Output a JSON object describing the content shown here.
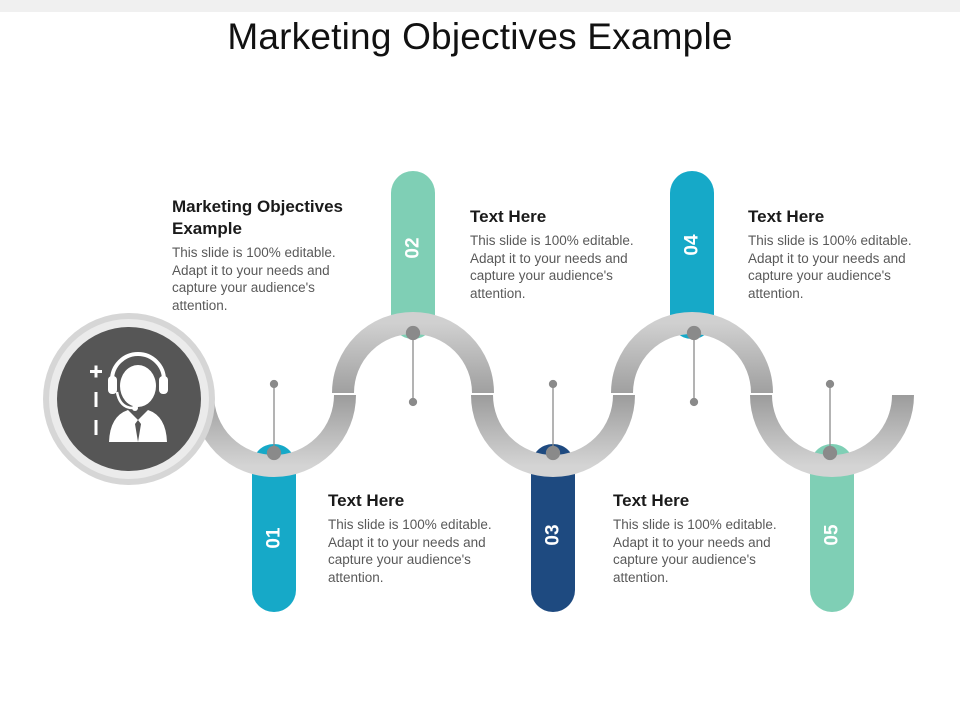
{
  "title": "Marketing Objectives Example",
  "colors": {
    "teal_light": "#7fcfb5",
    "cyan": "#16a9c8",
    "navy": "#1e4a80",
    "arc_grey": "#b5b5b5",
    "icon_circle": "#565656"
  },
  "steps": [
    {
      "number": "01",
      "color": "#16a9c8"
    },
    {
      "number": "02",
      "color": "#7fcfb5"
    },
    {
      "number": "03",
      "color": "#1e4a80"
    },
    {
      "number": "04",
      "color": "#16a9c8"
    },
    {
      "number": "05",
      "color": "#7fcfb5"
    }
  ],
  "blocks": [
    {
      "heading": "Marketing Objectives Example",
      "body": "This slide is 100% editable. Adapt it to your needs and capture your audience's attention."
    },
    {
      "heading": "Text Here",
      "body": "This slide is 100% editable. Adapt it to your needs and capture your audience's attention."
    },
    {
      "heading": "Text Here",
      "body": "This slide is 100% editable. Adapt it to your needs and capture your audience's attention."
    },
    {
      "heading": "Text Here",
      "body": "This slide is 100% editable. Adapt it to your needs and capture your audience's attention."
    },
    {
      "heading": "Text Here",
      "body": "This slide is 100% editable. Adapt it to your needs and capture your audience's attention."
    }
  ],
  "icon": "customer-support-agent-icon"
}
